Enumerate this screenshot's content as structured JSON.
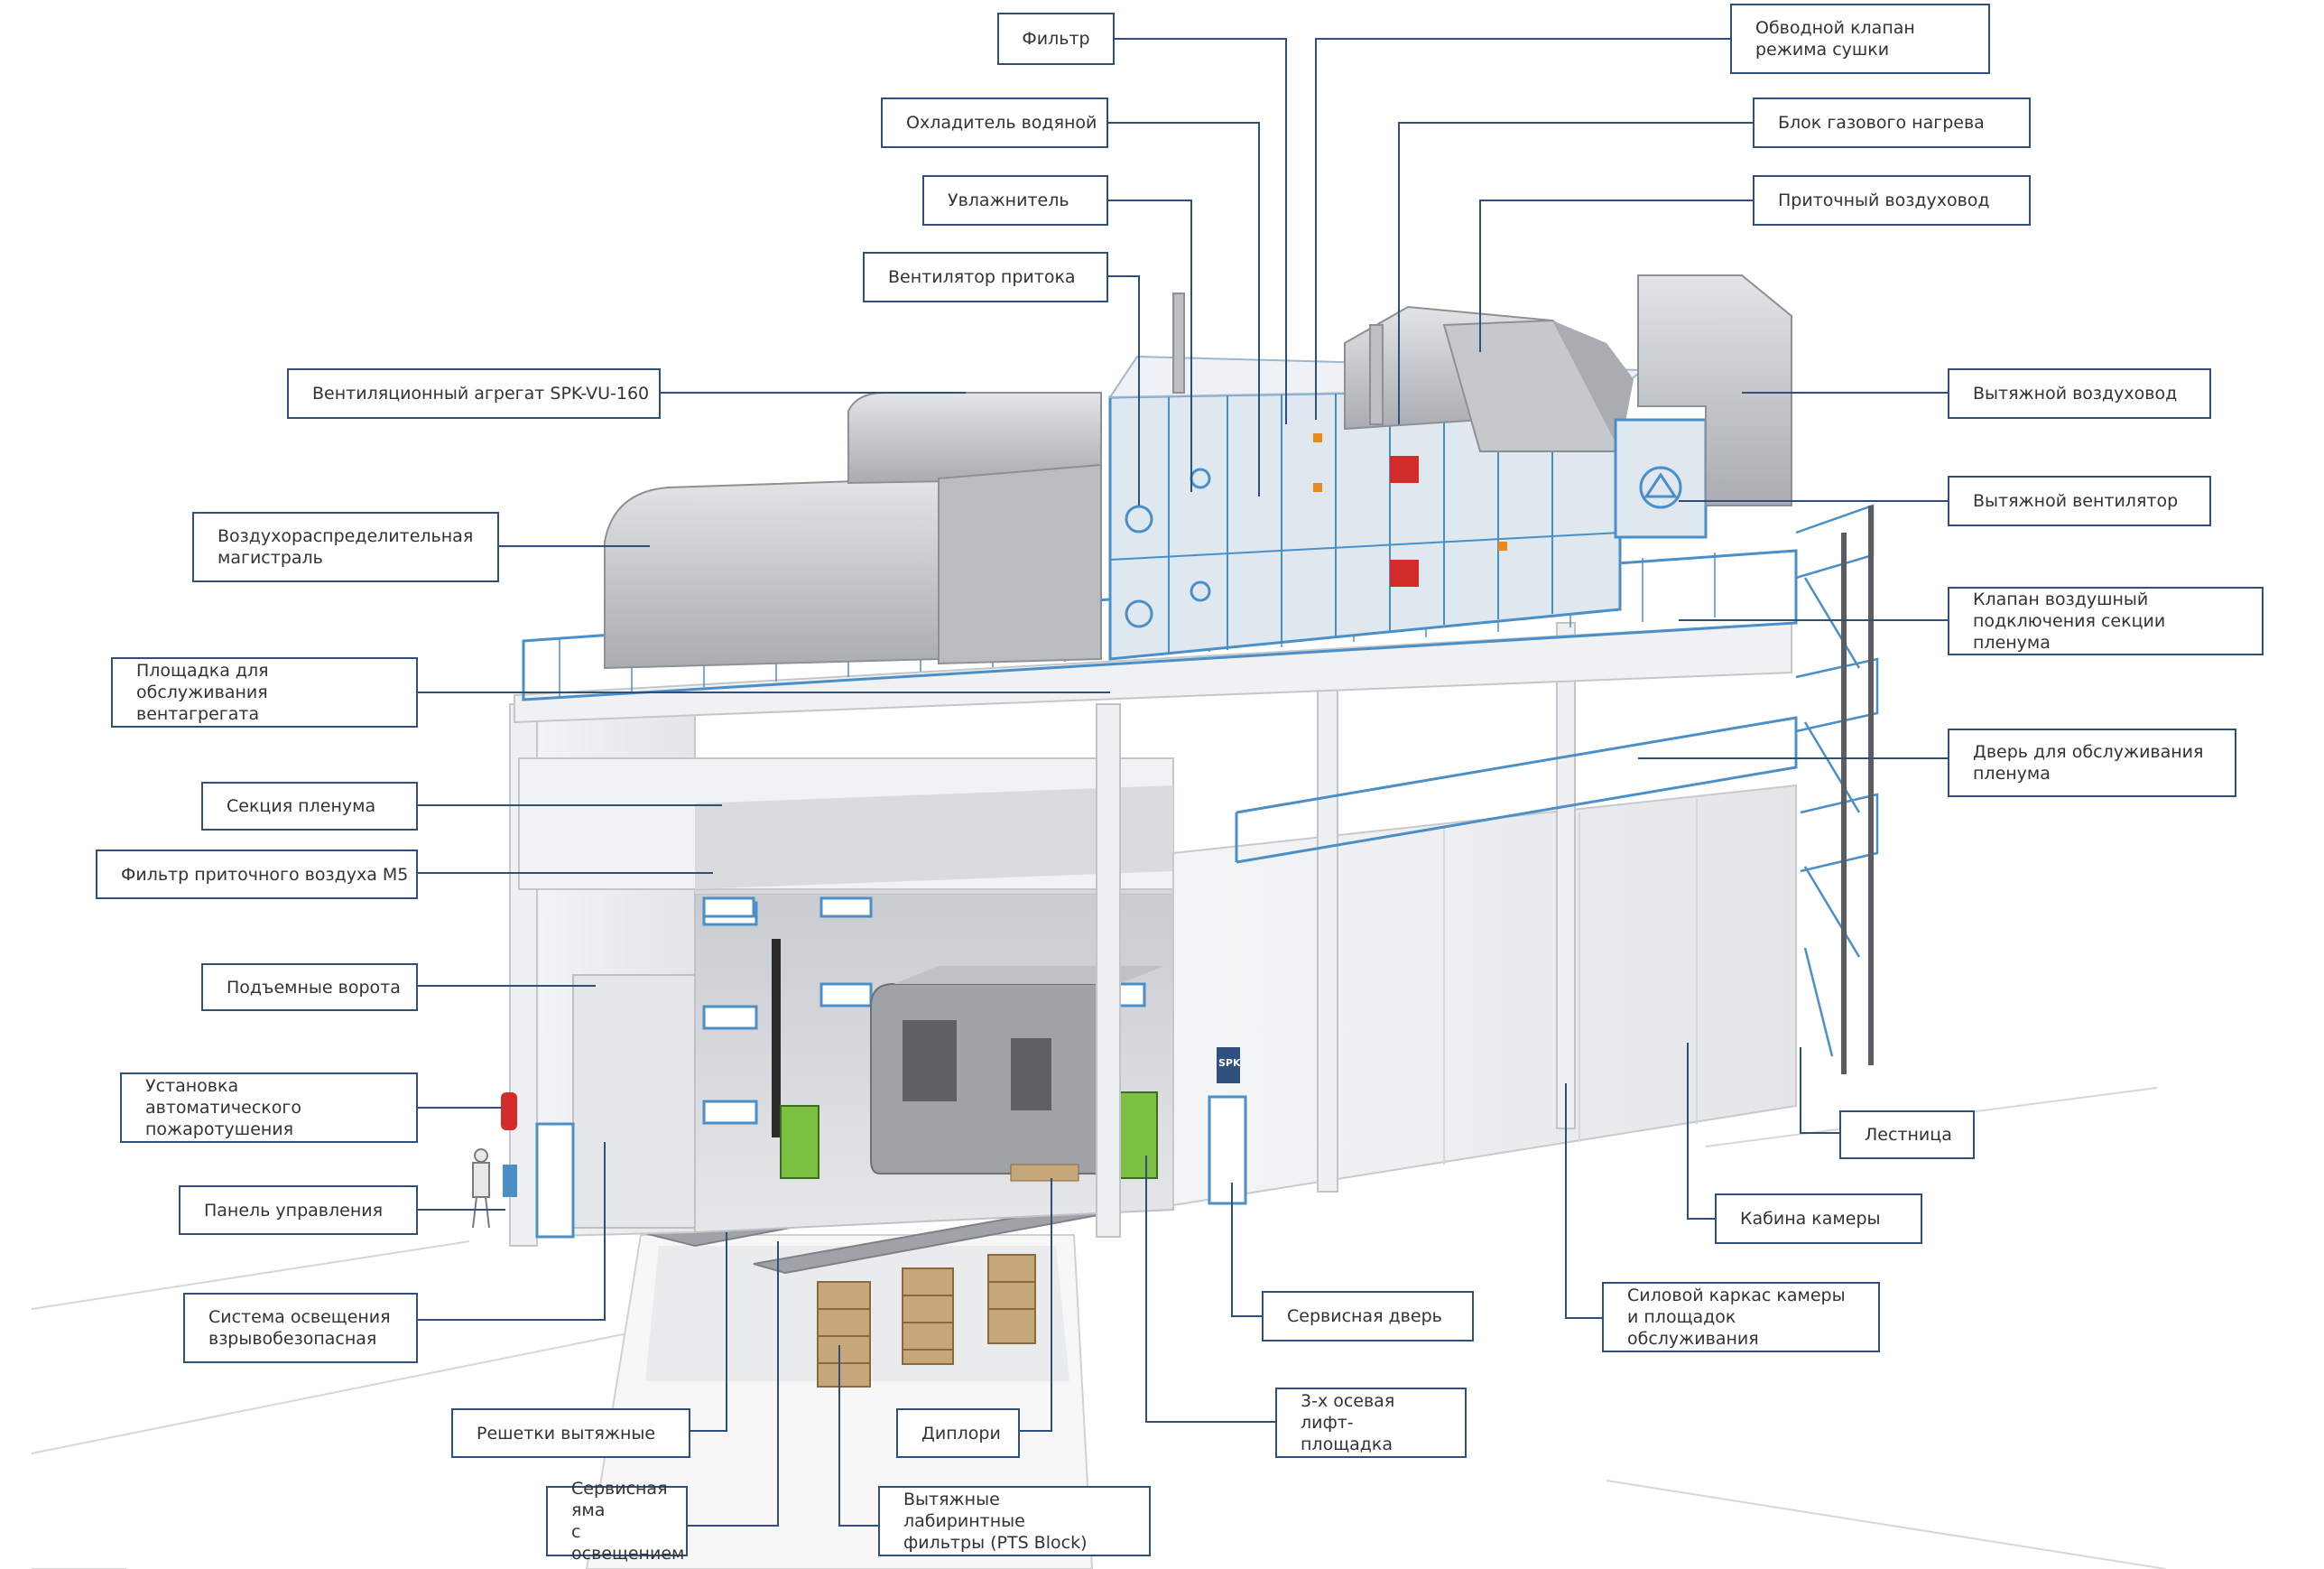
{
  "labels": {
    "filtr": "Фильтр",
    "obvodnoy_klapan": "Обводной клапан\nрежима сушки",
    "okhladitel": "Охладитель водяной",
    "blok_gazovogo": "Блок газового нагрева",
    "uvlazhnitel": "Увлажнитель",
    "pritochny_vozdukhovod": "Приточный воздуховод",
    "ventilyator_pritoka": "Вентилятор притока",
    "vent_agregat": "Вентиляционный агрегат SPK-VU-160",
    "vytyazhnoy_vozdukhovod": "Вытяжной воздуховод",
    "vytyazhnoy_ventilyator": "Вытяжной вентилятор",
    "vozdukhoraspred": "Воздухораспределительная\nмагистраль",
    "klapan_vozdushny": "Клапан воздушный\nподключения секции пленума",
    "ploshchadka": "Площадка для обслуживания\nвентагрегата",
    "dver_plenuma": "Дверь для обслуживания\nпленума",
    "sektsiya_plenuma": "Секция пленума",
    "filtr_m5": "Фильтр приточного воздуха М5",
    "podemnye_vorota": "Подъемные ворота",
    "ustanovka_pozharo": "Установка автоматического\nпожаротушения",
    "lestnitsa": "Лестница",
    "panel_upravleniya": "Панель управления",
    "kabina_kamery": "Кабина камеры",
    "sistema_osvescheniya": "Система освещения\nвзрывобезопасная",
    "servisnaya_dver": "Сервисная дверь",
    "silovoy_karkas": "Силовой каркас камеры\nи площадок обслуживания",
    "reshetki": "Решетки вытяжные",
    "diplori": "Диплори",
    "lift": "3-х осевая\nлифт-площадка",
    "servisnaya_yama": "Сервисная яма\nс освещением",
    "labirintnye": "Вытяжные лабиринтные\nфильтры (PTS Block)",
    "brand_sign": "SPK"
  },
  "colors": {
    "frame": "#2f4f7f",
    "leader": "#2f4f7f",
    "accent": "#4a8fc7"
  }
}
